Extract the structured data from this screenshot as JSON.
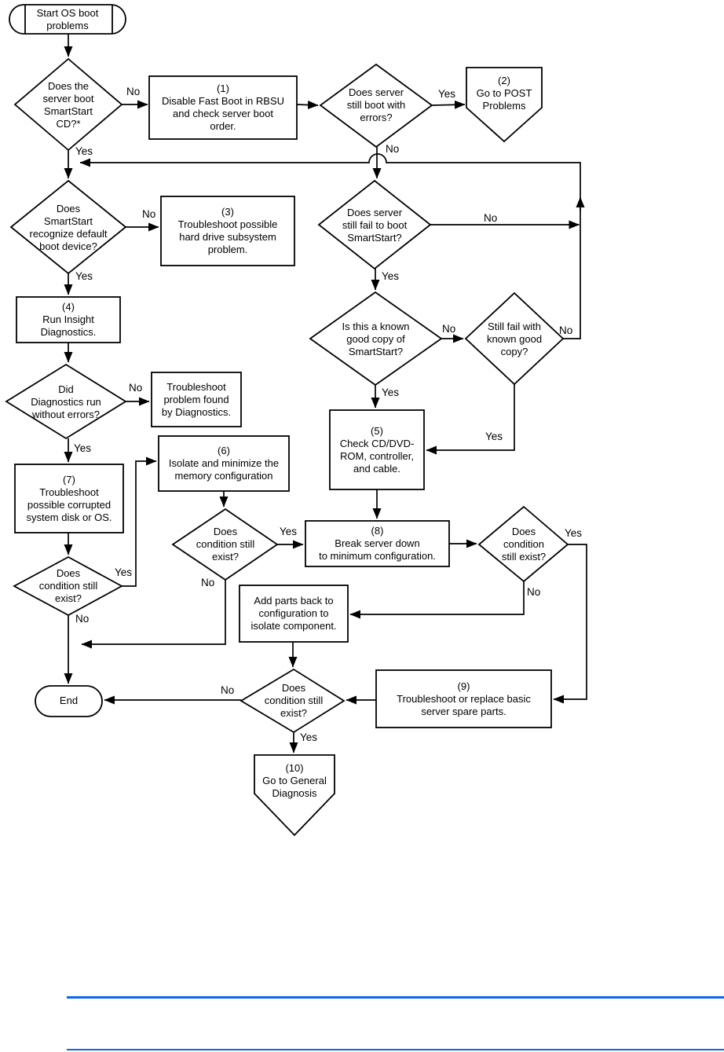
{
  "canvas": {
    "background": "#ffffff",
    "line_color": "#000000"
  },
  "footer_rules": {
    "color": "#0a66f0"
  },
  "flowchart": {
    "nodes": {
      "start": {
        "label": "Start OS boot\nproblems"
      },
      "d_boot_cd": {
        "label": "Does the\nserver boot\nSmartStart\nCD?*"
      },
      "r1_disable_fast_boot": {
        "label": "(1)\nDisable Fast Boot in RBSU\nand check server boot\norder."
      },
      "d_boot_errors": {
        "label": "Does server\nstill boot with\nerrors?"
      },
      "p2_post_problems": {
        "label": "(2)\nGo to POST\nProblems"
      },
      "d_recognize_boot_device": {
        "label": "Does\nSmartStart\nrecognize default\nboot device?"
      },
      "r3_hard_drive": {
        "label": "(3)\nTroubleshoot possible\nhard drive subsystem\nproblem."
      },
      "d_fail_boot_smartstart": {
        "label": "Does server\nstill fail to boot\nSmartStart?"
      },
      "r4_insight_diagnostics": {
        "label": "(4)\nRun Insight\nDiagnostics."
      },
      "d_known_copy": {
        "label": "Is this a known\ngood copy of\nSmartStart?"
      },
      "d_still_fail_known_copy": {
        "label": "Still fail with\nknown good\ncopy?"
      },
      "d_diagnostics_errors": {
        "label": "Did\nDiagnostics run\nwithout errors?"
      },
      "r_diag_found": {
        "label": "Troubleshoot\nproblem found\nby Diagnostics."
      },
      "r5_check_cddvd": {
        "label": "(5)\nCheck CD/DVD-\nROM, controller,\nand cable."
      },
      "r6_isolate_memory": {
        "label": "(6)\nIsolate and minimize the\nmemory configuration"
      },
      "r7_corrupted_os": {
        "label": "(7)\nTroubleshoot\npossible corrupted\nsystem disk or OS."
      },
      "d_cond_left": {
        "label": "Does\ncondition still\nexist?"
      },
      "d_cond_mid": {
        "label": "Does\ncondition still\nexist?"
      },
      "r8_break_down": {
        "label": "(8)\nBreak server down\nto minimum configuration."
      },
      "d_cond_right": {
        "label": "Does\ncondition\nstill exist?"
      },
      "r_add_parts": {
        "label": "Add parts back to\nconfiguration to\nisolate component."
      },
      "d_cond_bottom": {
        "label": "Does\ncondition still\nexist?"
      },
      "r9_spare_parts": {
        "label": "(9)\nTroubleshoot or replace basic\nserver spare parts."
      },
      "end": {
        "label": "End"
      },
      "p10_general_diagnosis": {
        "label": "(10)\nGo to General\nDiagnosis"
      }
    },
    "edge_labels": {
      "boot_cd_no": "No",
      "boot_cd_yes": "Yes",
      "boot_errors_yes": "Yes",
      "boot_errors_no": "No",
      "recognize_no": "No",
      "recognize_yes": "Yes",
      "fail_boot_no": "No",
      "fail_boot_yes": "Yes",
      "known_copy_no": "No",
      "known_copy_yes": "Yes",
      "still_fail_no": "No",
      "still_fail_yes": "Yes",
      "diag_no": "No",
      "diag_yes": "Yes",
      "cond_left_yes": "Yes",
      "cond_left_no": "No",
      "cond_mid_yes": "Yes",
      "cond_mid_no": "No",
      "cond_right_yes": "Yes",
      "cond_right_no": "No",
      "cond_bottom_no": "No",
      "cond_bottom_yes": "Yes"
    }
  }
}
